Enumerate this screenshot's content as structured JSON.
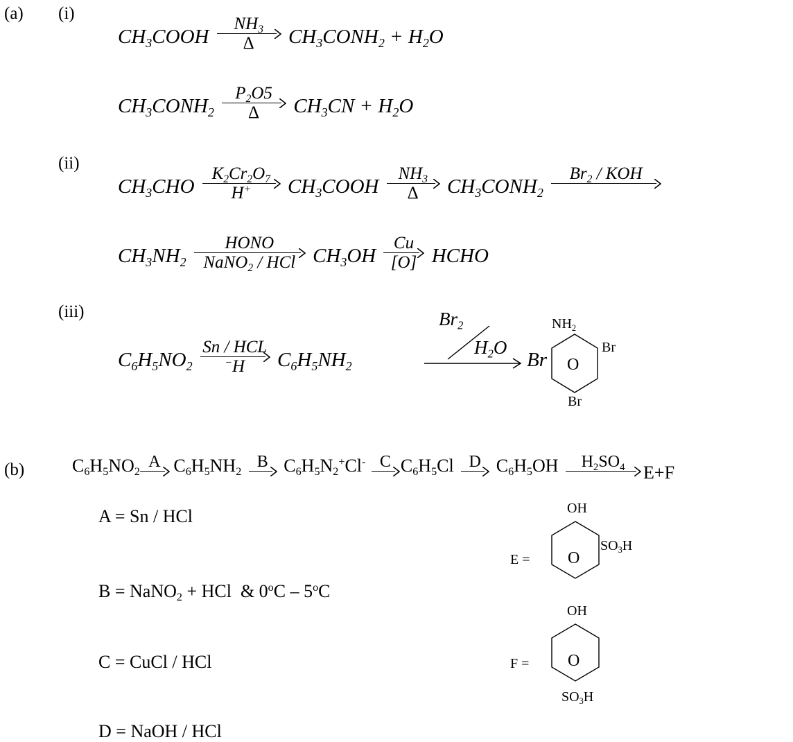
{
  "labels": {
    "a": "(a)",
    "i": "(i)",
    "ii": "(ii)",
    "iii": "(iii)",
    "b": "(b)"
  },
  "a_i": {
    "l1_lhs": "CH3COOH",
    "l1_top": "NH3",
    "l1_bot": "Δ",
    "l1_rhs": "CH3CONH2 + H2O",
    "l2_lhs": "CH3CONH2",
    "l2_top": "P2O5",
    "l2_bot": "Δ",
    "l2_rhs": "CH3CN + H2O"
  },
  "a_ii": {
    "l1_s1": "CH3CHO",
    "l1_t1": "K2Cr2O7",
    "l1_b1": "H+",
    "l1_s2": "CH3COOH",
    "l1_t2": "NH3",
    "l1_b2": "Δ",
    "l1_s3": "CH3CONH2",
    "l1_t3": "Br2 / KOH",
    "l2_s1": "CH3NH2",
    "l2_t1": "HONO",
    "l2_b1": "NaNO2 / HCl",
    "l2_s2": "CH3OH",
    "l2_t2": "Cu",
    "l2_b2": "[O]",
    "l2_s3": "HCHO"
  },
  "a_iii": {
    "s1": "C6H5NO2",
    "t1": "Sn / HCL",
    "b1": "−H",
    "s2": "C6H5NH2",
    "t2a": "Br2",
    "t2b": "H2O",
    "prod_top": "NH2",
    "prod_left": "Br",
    "prod_right": "Br",
    "prod_bottom": "Br",
    "ring_center": "O"
  },
  "b": {
    "s1": "C6H5NO2",
    "a1": "A",
    "s2": "C6H5NH2",
    "a2": "B",
    "s3": "C6H5N2+Cl-",
    "a3": "C",
    "s4": "C6H5Cl",
    "a4": "D",
    "s5": "C6H5OH",
    "a5": "H2SO4",
    "s6": "E+F",
    "A": "A =  Sn / HCl",
    "B": "B = NaNO2 + HCl  & 0oC – 5oC",
    "C": "C =  CuCl   /  HCl",
    "D": "D = NaOH / HCl",
    "E_label": "E =",
    "E_top": "OH",
    "E_side": "SO3H",
    "E_center": "O",
    "F_label": "F =",
    "F_top": "OH",
    "F_bottom": "SO3H",
    "F_center": "O"
  }
}
